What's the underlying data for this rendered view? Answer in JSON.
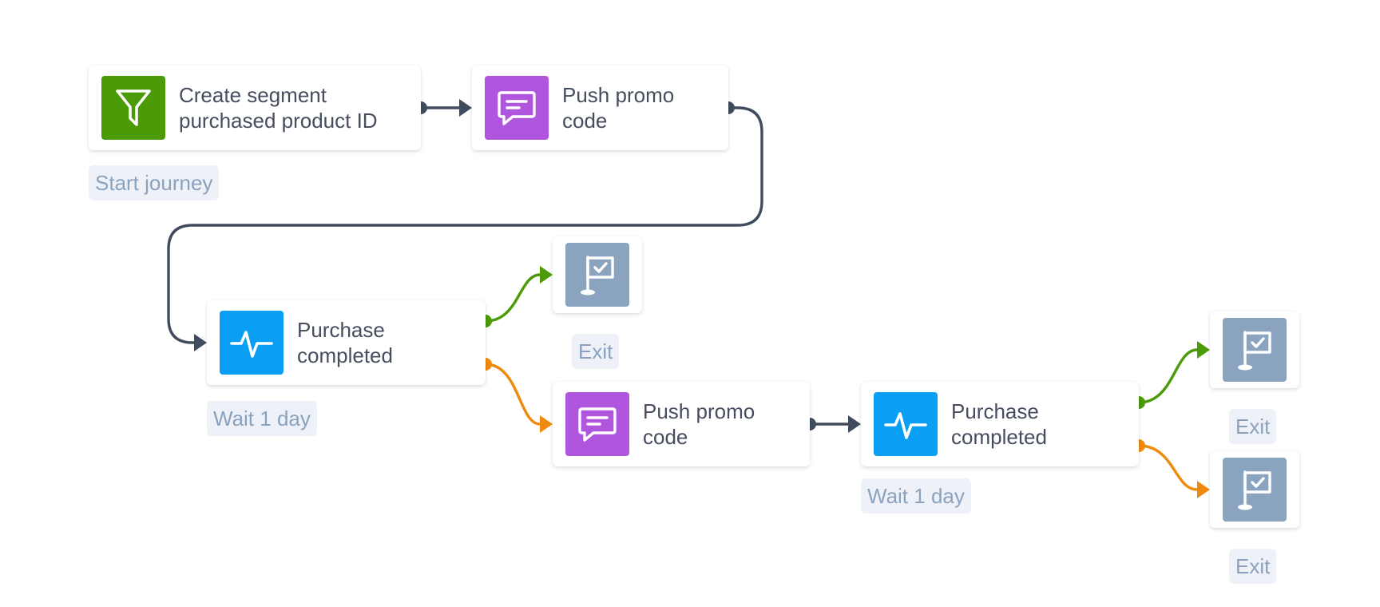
{
  "colors": {
    "filter": "#4b9a07",
    "message": "#b055dd",
    "event": "#0a9ef5",
    "exit": "#8aa4c0",
    "connector": "#414b5e",
    "yes_branch": "#4b9a07",
    "no_branch": "#f08a0e",
    "tag_bg": "#eef2f8",
    "tag_text": "#8aa2be",
    "label_text": "#454d5e"
  },
  "nodes": {
    "segment": {
      "label": "Create segment\npurchased product ID",
      "icon": "filter-icon",
      "tag": "Start journey"
    },
    "push_1": {
      "label": "Push promo\ncode",
      "icon": "message-icon"
    },
    "check_1": {
      "label": "Purchase\ncompleted",
      "icon": "pulse-icon",
      "tag": "Wait 1 day"
    },
    "exit_1": {
      "icon": "flag-check-icon",
      "tag": "Exit"
    },
    "push_2": {
      "label": "Push promo\ncode",
      "icon": "message-icon"
    },
    "check_2": {
      "label": "Purchase\ncompleted",
      "icon": "pulse-icon",
      "tag": "Wait 1 day"
    },
    "exit_2": {
      "icon": "flag-check-icon",
      "tag": "Exit"
    },
    "exit_3": {
      "icon": "flag-check-icon",
      "tag": "Exit"
    }
  },
  "edges": [
    {
      "from": "segment",
      "to": "push_1",
      "kind": "connector"
    },
    {
      "from": "push_1",
      "to": "check_1",
      "kind": "connector"
    },
    {
      "from": "check_1",
      "to": "exit_1",
      "kind": "yes_branch"
    },
    {
      "from": "check_1",
      "to": "push_2",
      "kind": "no_branch"
    },
    {
      "from": "push_2",
      "to": "check_2",
      "kind": "connector"
    },
    {
      "from": "check_2",
      "to": "exit_2",
      "kind": "yes_branch"
    },
    {
      "from": "check_2",
      "to": "exit_3",
      "kind": "no_branch"
    }
  ]
}
